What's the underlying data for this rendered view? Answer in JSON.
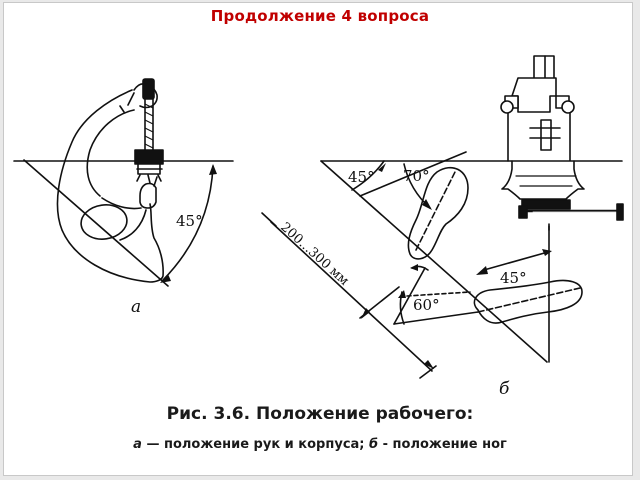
{
  "slide": {
    "title": "Продолжение 4 вопроса",
    "title_color": "#c00000"
  },
  "figure": {
    "part_a": {
      "label": "а",
      "angle_label": "45°"
    },
    "part_b": {
      "label": "б",
      "angle_left": "45°",
      "angle_top": "70°",
      "angle_right": "45°",
      "angle_bottom": "60°",
      "distance_label": "200...300 мм"
    }
  },
  "caption": {
    "title": "Рис. 3.6. Положение рабочего:",
    "a_letter": "а",
    "a_text": " — положение рук и корпуса; ",
    "b_letter": "б",
    "b_text": " - положение ног"
  }
}
